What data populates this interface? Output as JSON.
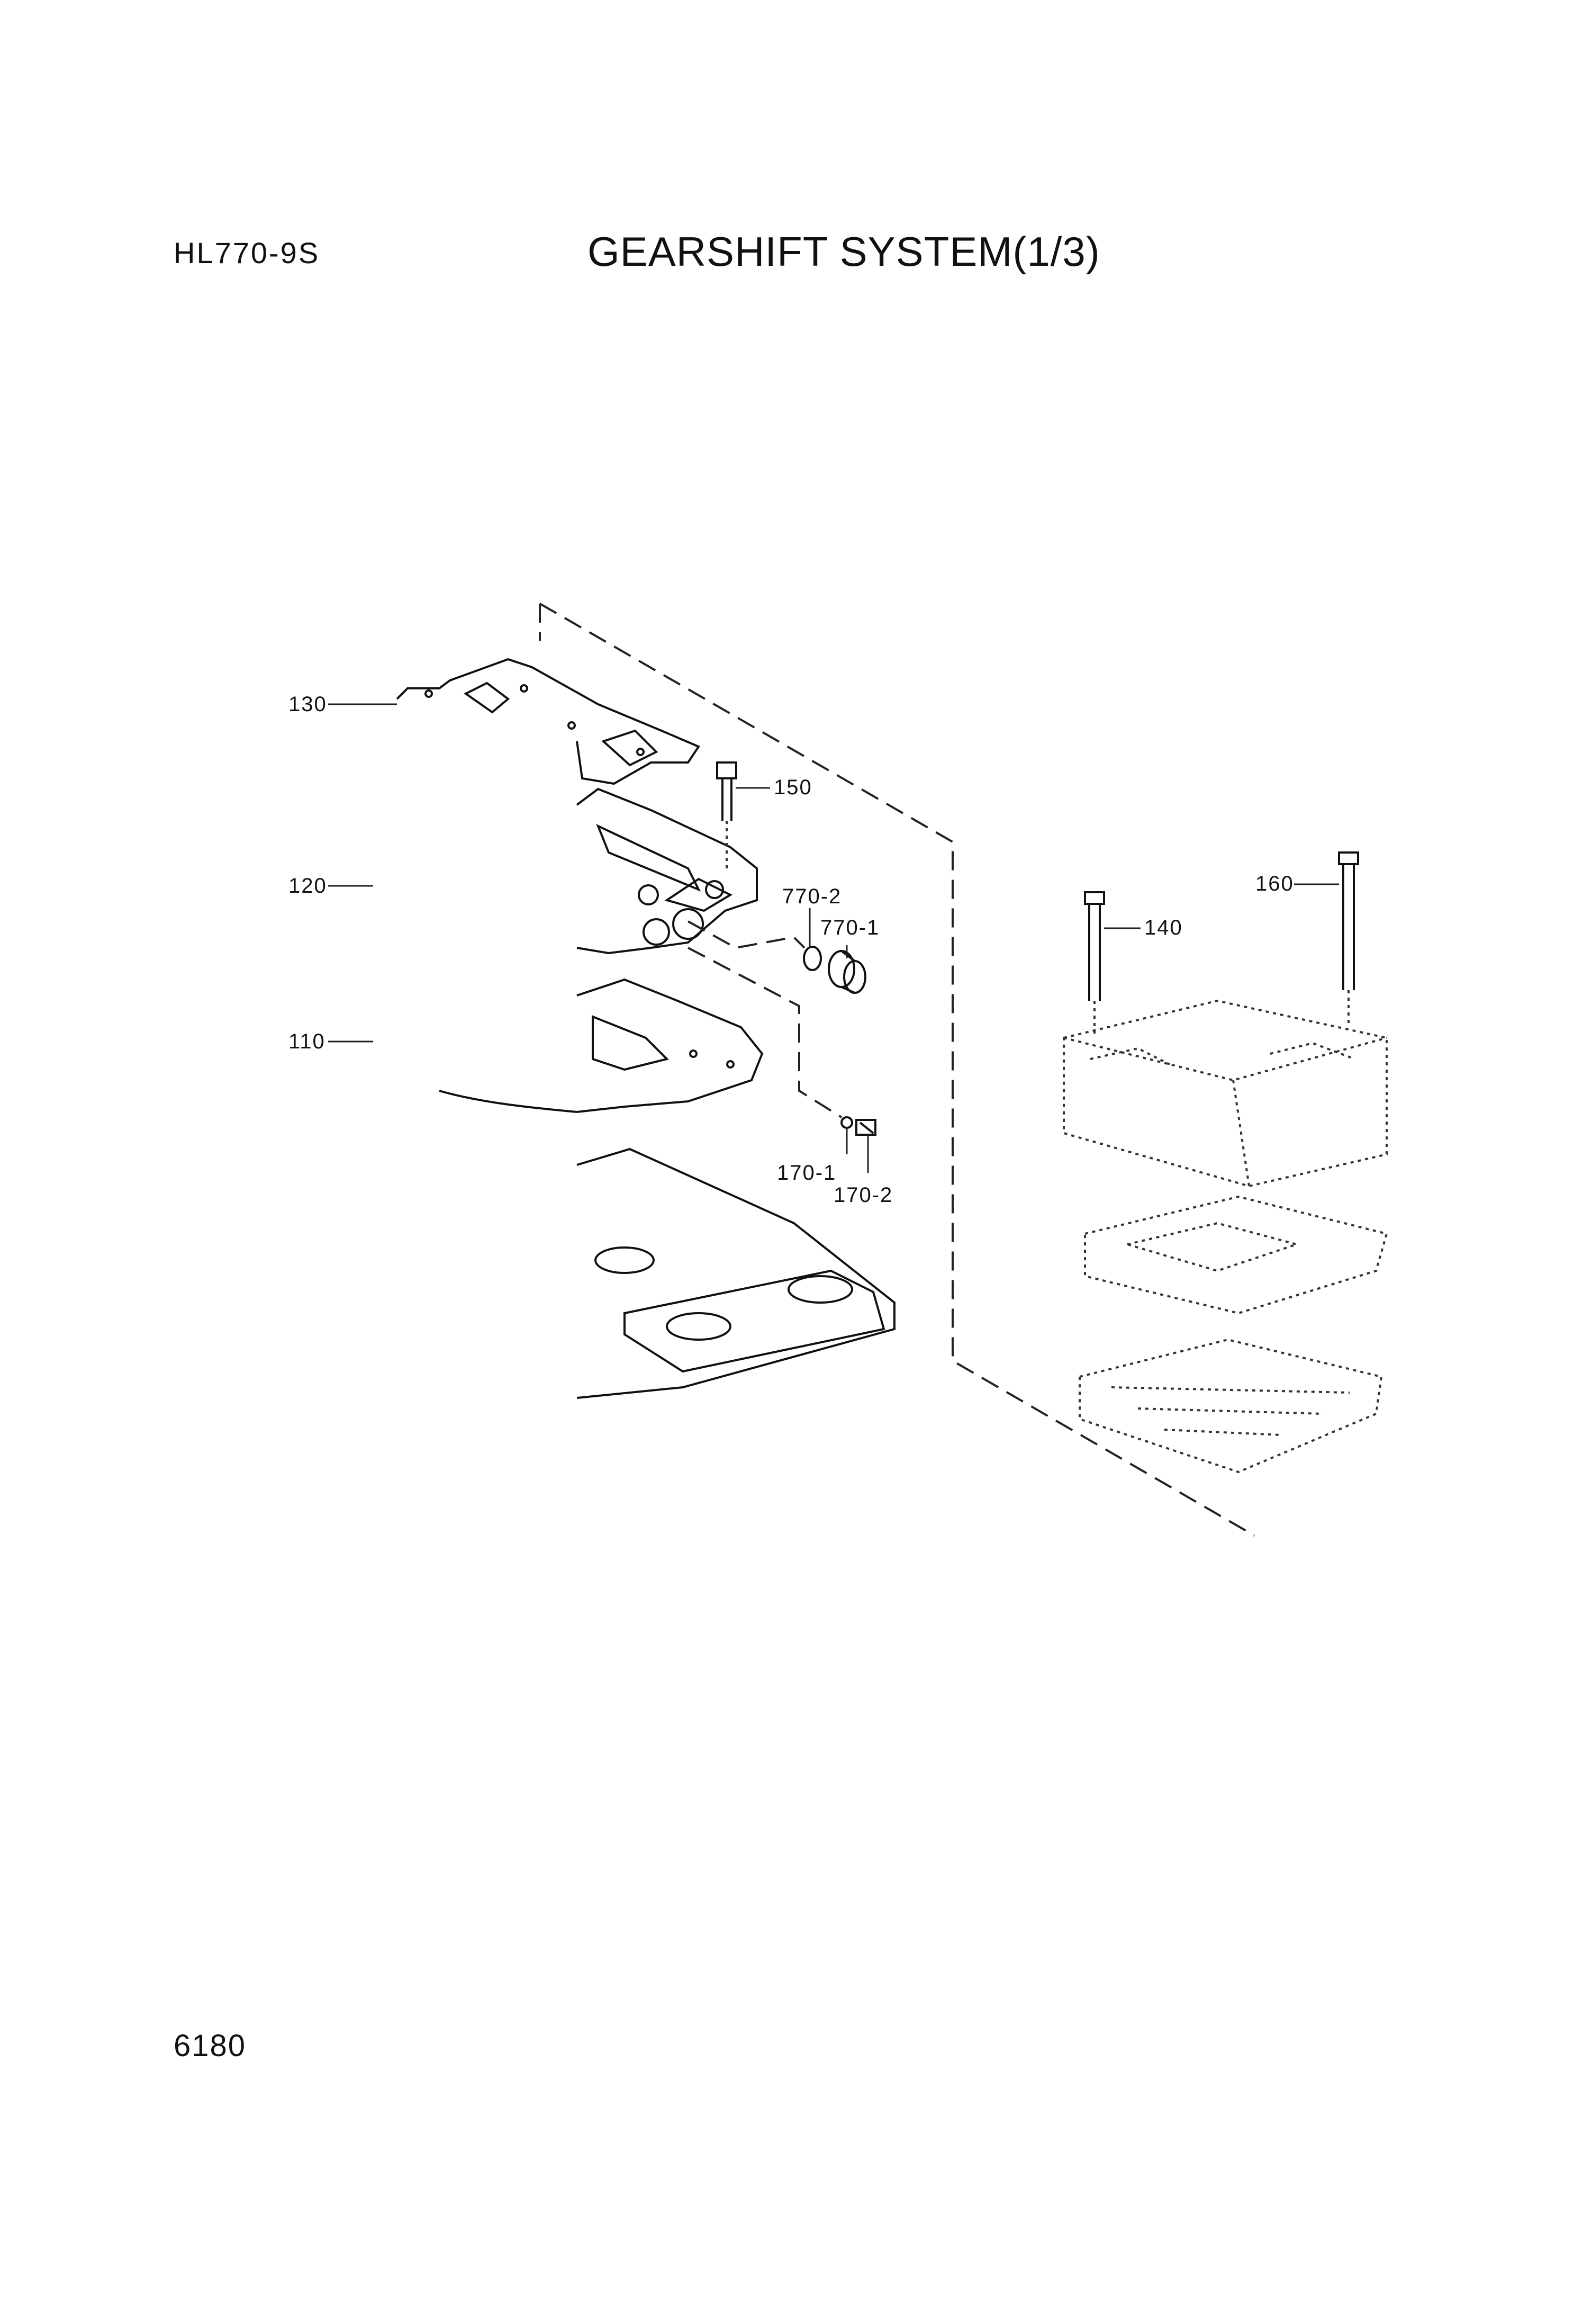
{
  "header": {
    "model": "HL770-9S",
    "title": "GEARSHIFT SYSTEM(1/3)"
  },
  "footer": {
    "page_number": "6180"
  },
  "callouts": [
    {
      "id": "c130",
      "label": "130"
    },
    {
      "id": "c120",
      "label": "120"
    },
    {
      "id": "c110",
      "label": "110"
    },
    {
      "id": "c150",
      "label": "150"
    },
    {
      "id": "c770_2",
      "label": "770-2"
    },
    {
      "id": "c770_1",
      "label": "770-1"
    },
    {
      "id": "c170_1",
      "label": "170-1"
    },
    {
      "id": "c170_2",
      "label": "170-2"
    },
    {
      "id": "c140",
      "label": "140"
    },
    {
      "id": "c160",
      "label": "160"
    }
  ]
}
